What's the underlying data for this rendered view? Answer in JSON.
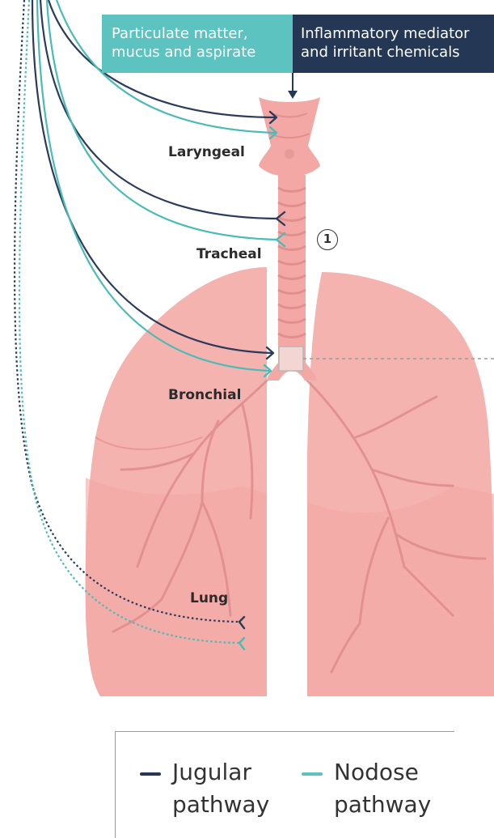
{
  "banners": {
    "left": {
      "line1": "Particulate matter,",
      "line2": "mucus and aspirate",
      "color": "#5cc3c0"
    },
    "right": {
      "line1": "Inflammatory mediator",
      "line2": "and irritant chemicals",
      "color": "#243754"
    }
  },
  "labels": {
    "laryngeal": "Laryngeal",
    "tracheal": "Tracheal",
    "bronchial": "Bronchial",
    "lung": "Lung",
    "marker": "1"
  },
  "legend": {
    "jugular": {
      "line1": "Jugular",
      "line2": "pathway",
      "color": "#243754"
    },
    "nodose": {
      "line1": "Nodose",
      "line2": "pathway",
      "color": "#5cc3c0"
    }
  },
  "colors": {
    "lung_fill": "#f5b3b0",
    "lung_dark": "#e89a97",
    "lung_vein": "#de8d8b",
    "trachea": "#f4a8a6"
  }
}
